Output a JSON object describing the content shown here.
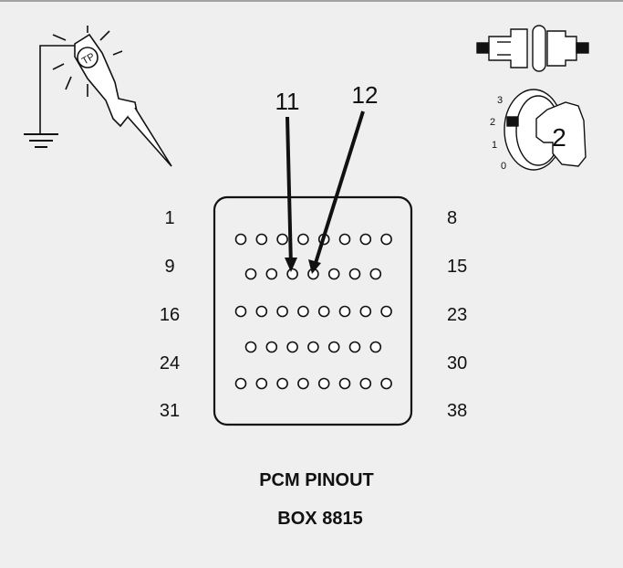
{
  "diagram": {
    "caption_line1": "PCM PINOUT",
    "caption_line2": "BOX 8815",
    "callouts": [
      "11",
      "12"
    ],
    "row_labels_left": [
      "1",
      "9",
      "16",
      "24",
      "31"
    ],
    "row_labels_right": [
      "8",
      "15",
      "23",
      "30",
      "38"
    ],
    "row_pin_counts": [
      8,
      7,
      8,
      7,
      8
    ],
    "test_probe": {
      "icon": "test-probe-icon",
      "label": "TP"
    },
    "connector": {
      "icon": "connector-icon"
    },
    "ignition": {
      "icon": "ignition-key-icon",
      "positions": [
        "3",
        "2",
        "1",
        "0"
      ],
      "selected": "2"
    },
    "colors": {
      "background": "#efefef",
      "ink": "#111111"
    }
  }
}
